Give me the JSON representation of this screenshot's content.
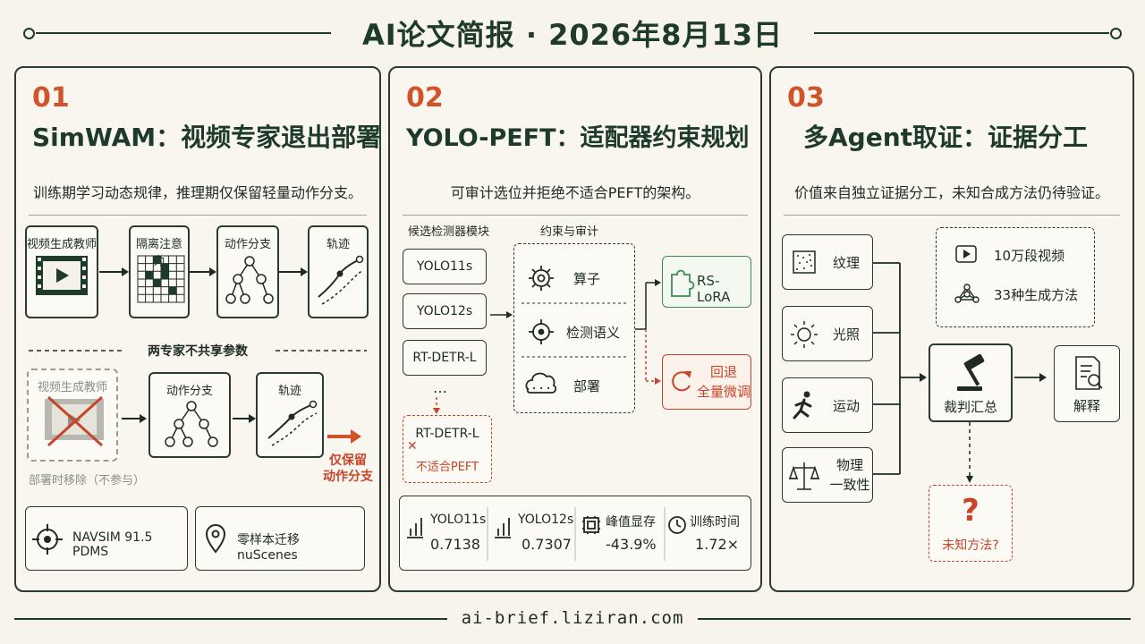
{
  "header": {
    "title": "AI论文简报 · 2026年8月13日"
  },
  "footer": {
    "url": "ai-brief.liziran.com"
  },
  "panel1": {
    "number": "01",
    "title": "SimWAM：视频专家退出部署",
    "subtitle": "训练期学习动态规律，推理期仅保留轻量动作分支。",
    "train_row": [
      "视频生成教师",
      "隔离注意力",
      "动作分支",
      "轨迹"
    ],
    "divider": "两专家不共享参数",
    "deploy": {
      "teacher_label": "视频生成教师",
      "removed_note": "部署时移除（不参与）",
      "action_label": "动作分支",
      "trajectory_label": "轨迹",
      "keep_line1": "仅保留",
      "keep_line2": "动作分支"
    },
    "metrics": [
      "NAVSIM 91.5 PDMS",
      "零样本迁移 nuScenes"
    ]
  },
  "panel2": {
    "number": "02",
    "title": "YOLO-PEFT：适配器约束规划",
    "subtitle": "可审计选位并拒绝不适合PEFT的架构。",
    "candidates_header": "候选检测器模块",
    "candidates": [
      "YOLO11s",
      "YOLO12s",
      "RT-DETR-L"
    ],
    "ellipsis": "…",
    "rejected": {
      "name": "RT-DETR-L",
      "note": "不适合PEFT"
    },
    "constraints_header": "约束与审计",
    "constraints": [
      "算子",
      "检测语义",
      "部署"
    ],
    "accept": "RS-LoRA",
    "fallback_line1": "回退",
    "fallback_line2": "全量微调",
    "stats": [
      {
        "label": "YOLO11s",
        "value": "0.7138",
        "icon": "bar-chart-icon"
      },
      {
        "label": "YOLO12s",
        "value": "0.7307",
        "icon": "bar-chart-icon"
      },
      {
        "label": "峰值显存",
        "value": "-43.9%",
        "icon": "chip-icon"
      },
      {
        "label": "训练时间",
        "value": "1.72×",
        "icon": "clock-icon"
      }
    ]
  },
  "panel3": {
    "number": "03",
    "title": "多Agent取证：证据分工",
    "subtitle": "价值来自独立证据分工，未知合成方法仍待验证。",
    "agents": [
      "纹理",
      "光照",
      "运动",
      "物理\n一致性"
    ],
    "data_items": [
      "10万段视频",
      "33种生成方法"
    ],
    "judge": "裁判汇总",
    "explain": "解释",
    "unknown": "未知方法?"
  },
  "colors": {
    "accent": "#d0532a",
    "dark": "#1d3a2a",
    "green": "#3f8a55"
  }
}
